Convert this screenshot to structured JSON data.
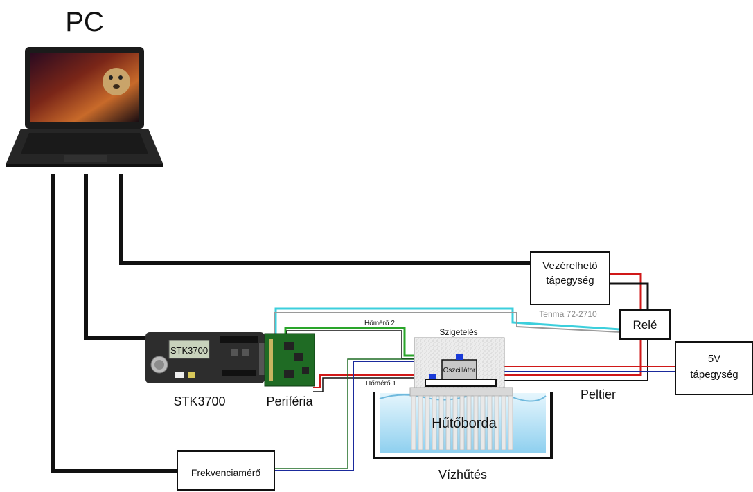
{
  "title": "PC",
  "labels": {
    "stk": "STK3700",
    "periferia": "Periféria",
    "szigeteles": "Szigetelés",
    "oszcillator": "Oszcillátor",
    "homero1": "Hőmérő 1",
    "homero2": "Hőmérő 2",
    "peltier": "Peltier",
    "hutoborda": "Hűtőborda",
    "vizhutes": "Vízhűtés",
    "rele": "Relé",
    "frekvenciamero": "Frekvenciamérő",
    "vezerelheto_line1": "Vezérelhető",
    "vezerelheto_line2": "tápegység",
    "tenma": "Tenma 72-2710",
    "tap5v_line1": "5V",
    "tap5v_line2": "tápegység",
    "stk_lcd": "STK3700"
  },
  "colors": {
    "cable": "#111111",
    "red_wire": "#d01818",
    "blue_wire": "#1a2a9c",
    "green_wire": "#2aa52a",
    "cyan_wire": "#3ccfdc",
    "gray_wire": "#9a9a9a",
    "water": "#bfe6f7",
    "pcb_green": "#1f6b24",
    "board_dark": "#2d2d2d"
  }
}
